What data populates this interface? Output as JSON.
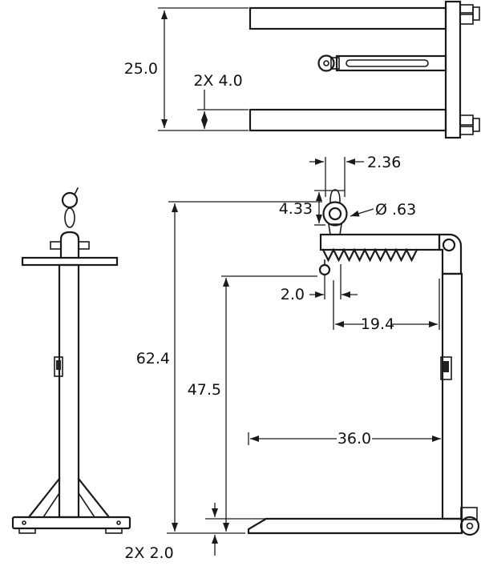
{
  "drawing": {
    "kind": "technical-drawing-three-views",
    "line_color": "#1a1a1a",
    "background_color": "#ffffff",
    "dimensions": {
      "fork_spread": "25.0",
      "fork_bar_width": "2X 4.0",
      "eye_width": "2.36",
      "eye_length": "4.33",
      "eye_stock_diameter": "Ø .63",
      "hook_offset": "2.0",
      "beam_reach": "19.4",
      "overall_height": "62.4",
      "beam_clearance": "47.5",
      "fork_length": "36.0",
      "fork_thickness": "2X 2.0"
    }
  }
}
